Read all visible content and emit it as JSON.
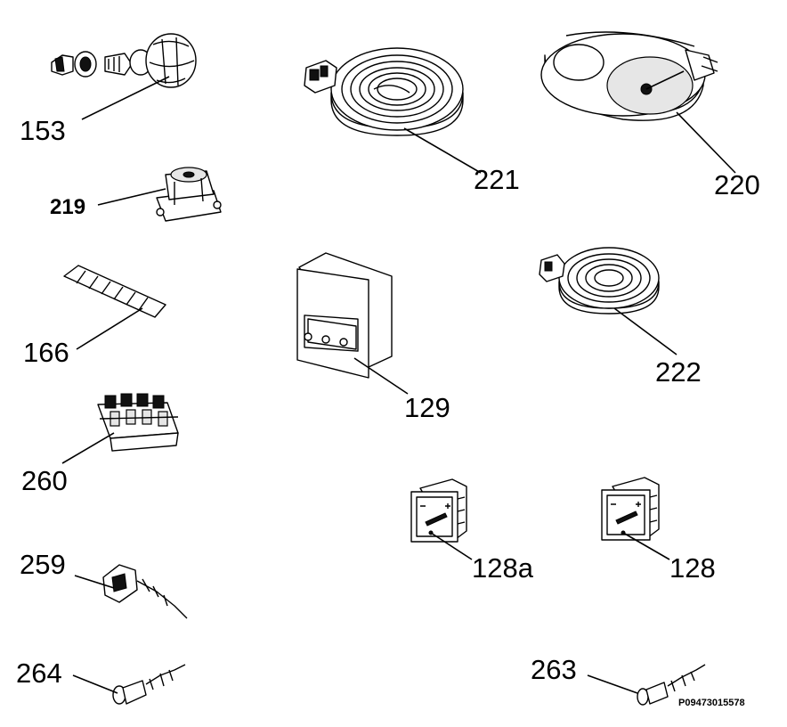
{
  "diagram": {
    "reference_code": "P09473015578",
    "parts": [
      {
        "id": "153",
        "label": "153"
      },
      {
        "id": "219",
        "label": "219"
      },
      {
        "id": "166",
        "label": "166"
      },
      {
        "id": "260",
        "label": "260"
      },
      {
        "id": "259",
        "label": "259"
      },
      {
        "id": "264",
        "label": "264"
      },
      {
        "id": "221",
        "label": "221"
      },
      {
        "id": "129",
        "label": "129"
      },
      {
        "id": "220",
        "label": "220"
      },
      {
        "id": "222",
        "label": "222"
      },
      {
        "id": "128a",
        "label": "128a"
      },
      {
        "id": "128",
        "label": "128"
      },
      {
        "id": "263",
        "label": "263"
      }
    ]
  }
}
